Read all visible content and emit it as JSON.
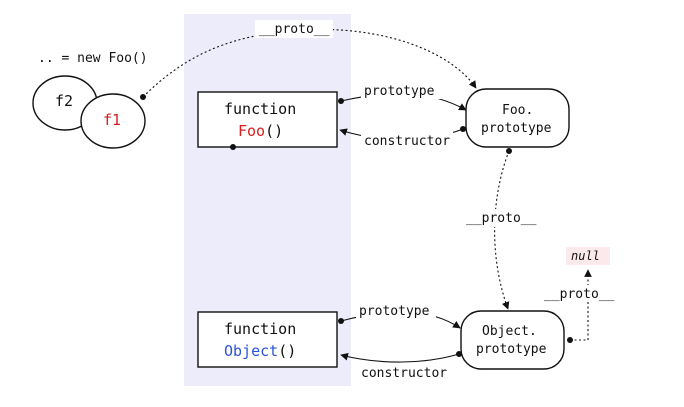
{
  "new_expr": ".. = new Foo()",
  "instances": {
    "f2": "f2",
    "f1": "f1"
  },
  "boxes": {
    "foo_fn": {
      "line1": "function",
      "name": "Foo",
      "suffix": "()"
    },
    "object_fn": {
      "line1": "function",
      "name": "Object",
      "suffix": "()"
    }
  },
  "prototypes": {
    "foo": {
      "line1": "Foo.",
      "line2": "prototype"
    },
    "object": {
      "line1": "Object.",
      "line2": "prototype"
    }
  },
  "edges": {
    "proto_top": "__proto__",
    "foo_prototype": "prototype",
    "foo_constructor": "constructor",
    "proto_mid": "__proto__",
    "object_prototype": "prototype",
    "object_constructor": "constructor",
    "proto_null": "__proto__"
  },
  "null_label": "null",
  "colors": {
    "highlight_band": "#ececfa",
    "foo_name": "#d81e1e",
    "f1": "#d81e1e",
    "object_name": "#2b55d8",
    "null_bg": "#fbe9ec"
  }
}
